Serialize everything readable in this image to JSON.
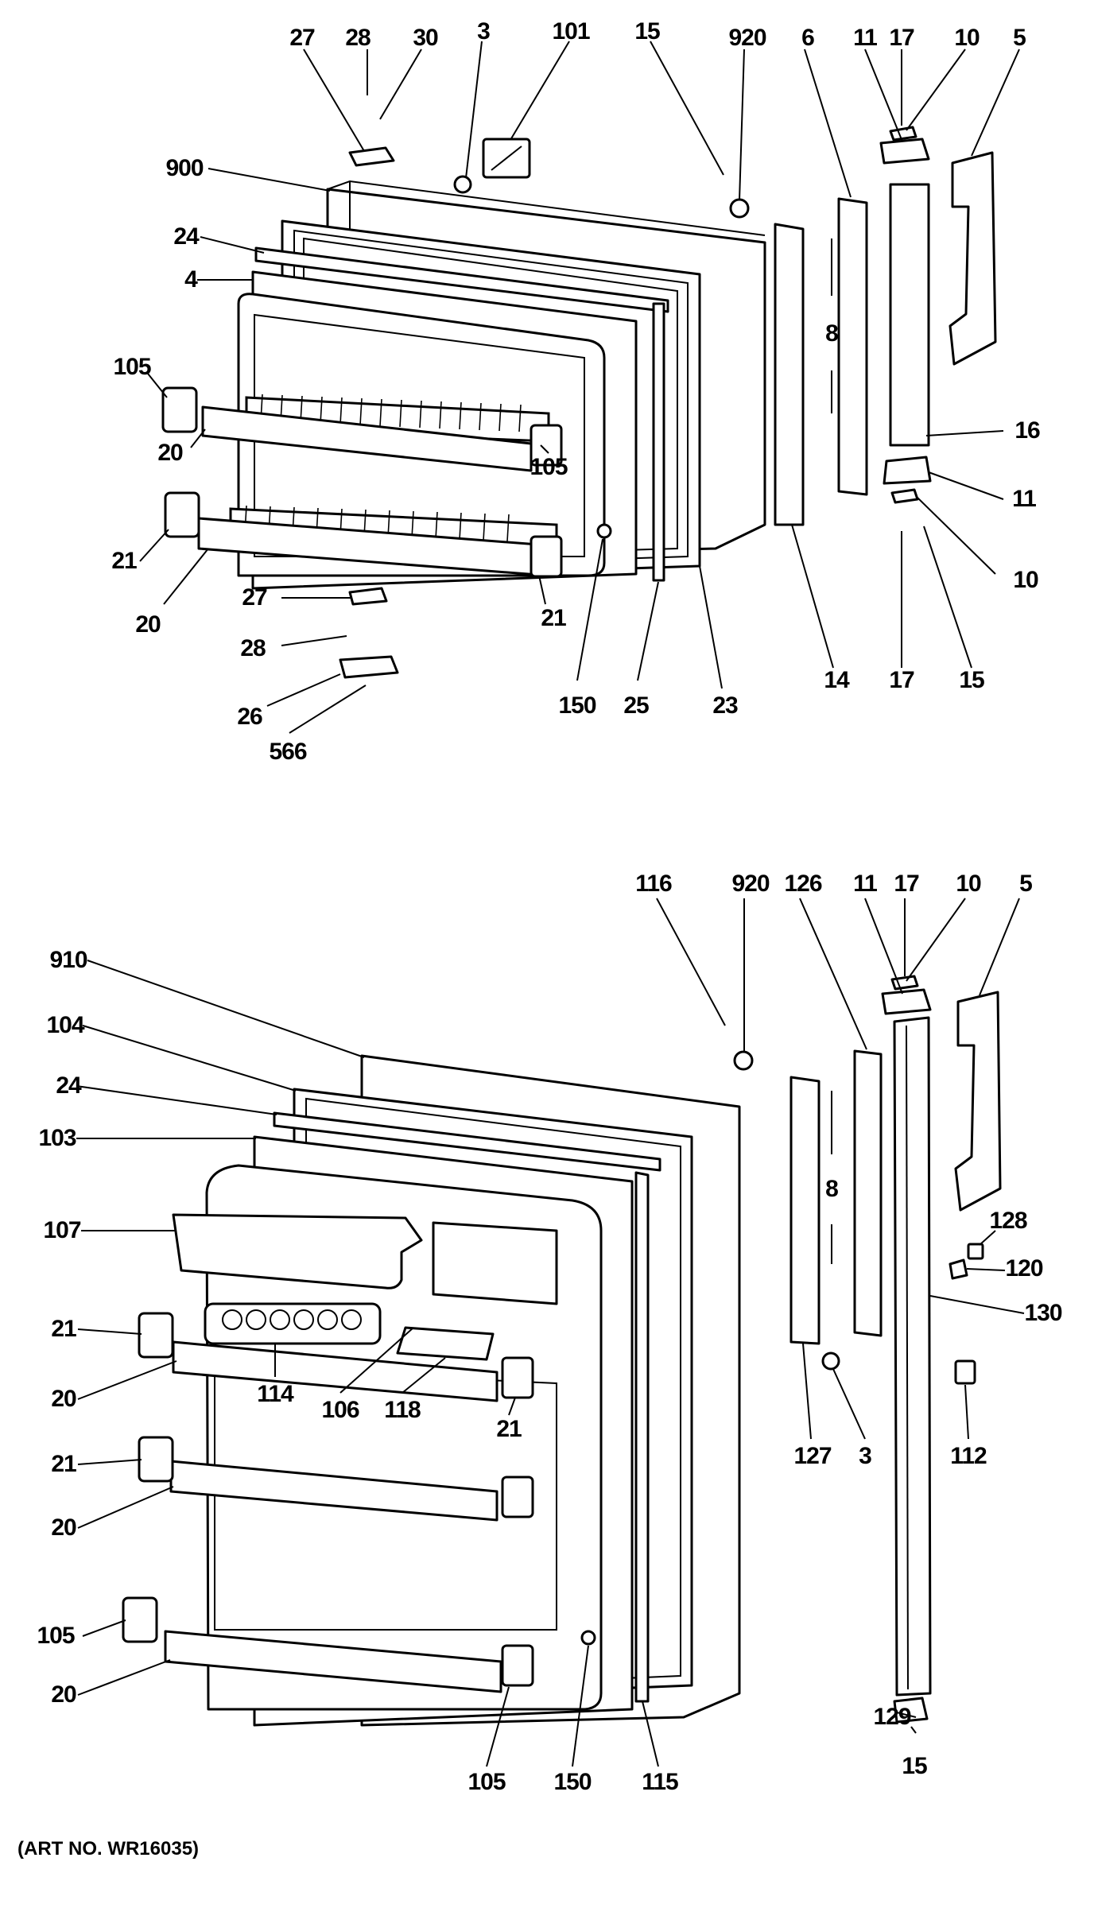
{
  "art_number": "(ART NO. WR16035)",
  "callouts": [
    {
      "id": "t27",
      "text": "27"
    },
    {
      "id": "t28",
      "text": "28"
    },
    {
      "id": "t30",
      "text": "30"
    },
    {
      "id": "t3",
      "text": "3"
    },
    {
      "id": "t101",
      "text": "101"
    },
    {
      "id": "t15",
      "text": "15"
    },
    {
      "id": "t920",
      "text": "920"
    },
    {
      "id": "t6",
      "text": "6"
    },
    {
      "id": "t11",
      "text": "11"
    },
    {
      "id": "t17",
      "text": "17"
    },
    {
      "id": "t10",
      "text": "10"
    },
    {
      "id": "t5",
      "text": "5"
    },
    {
      "id": "t900",
      "text": "900"
    },
    {
      "id": "t24",
      "text": "24"
    },
    {
      "id": "t4",
      "text": "4"
    },
    {
      "id": "t8",
      "text": "8"
    },
    {
      "id": "t105a",
      "text": "105"
    },
    {
      "id": "t16",
      "text": "16"
    },
    {
      "id": "t20a",
      "text": "20"
    },
    {
      "id": "t105b",
      "text": "105"
    },
    {
      "id": "t11b",
      "text": "11"
    },
    {
      "id": "t21a",
      "text": "21"
    },
    {
      "id": "t10b",
      "text": "10"
    },
    {
      "id": "t20b",
      "text": "20"
    },
    {
      "id": "t21b",
      "text": "21"
    },
    {
      "id": "t27b",
      "text": "27"
    },
    {
      "id": "t28b",
      "text": "28"
    },
    {
      "id": "t14",
      "text": "14"
    },
    {
      "id": "t17b",
      "text": "17"
    },
    {
      "id": "t15b",
      "text": "15"
    },
    {
      "id": "t150a",
      "text": "150"
    },
    {
      "id": "t25",
      "text": "25"
    },
    {
      "id": "t23",
      "text": "23"
    },
    {
      "id": "t26",
      "text": "26"
    },
    {
      "id": "t566",
      "text": "566"
    },
    {
      "id": "t116",
      "text": "116"
    },
    {
      "id": "t920b",
      "text": "920"
    },
    {
      "id": "t126",
      "text": "126"
    },
    {
      "id": "t11c",
      "text": "11"
    },
    {
      "id": "t17c",
      "text": "17"
    },
    {
      "id": "t10c",
      "text": "10"
    },
    {
      "id": "t5b",
      "text": "5"
    },
    {
      "id": "t910",
      "text": "910"
    },
    {
      "id": "t104",
      "text": "104"
    },
    {
      "id": "t24b",
      "text": "24"
    },
    {
      "id": "t103",
      "text": "103"
    },
    {
      "id": "t8b",
      "text": "8"
    },
    {
      "id": "t107",
      "text": "107"
    },
    {
      "id": "t128",
      "text": "128"
    },
    {
      "id": "t120",
      "text": "120"
    },
    {
      "id": "t130",
      "text": "130"
    },
    {
      "id": "t21c",
      "text": "21"
    },
    {
      "id": "t20c",
      "text": "20"
    },
    {
      "id": "t114",
      "text": "114"
    },
    {
      "id": "t106",
      "text": "106"
    },
    {
      "id": "t118",
      "text": "118"
    },
    {
      "id": "t21d",
      "text": "21"
    },
    {
      "id": "t127",
      "text": "127"
    },
    {
      "id": "t3b",
      "text": "3"
    },
    {
      "id": "t112",
      "text": "112"
    },
    {
      "id": "t21e",
      "text": "21"
    },
    {
      "id": "t20d",
      "text": "20"
    },
    {
      "id": "t105c",
      "text": "105"
    },
    {
      "id": "t20e",
      "text": "20"
    },
    {
      "id": "t129",
      "text": "129"
    },
    {
      "id": "t15c",
      "text": "15"
    },
    {
      "id": "t105d",
      "text": "105"
    },
    {
      "id": "t150b",
      "text": "150"
    },
    {
      "id": "t115",
      "text": "115"
    }
  ]
}
